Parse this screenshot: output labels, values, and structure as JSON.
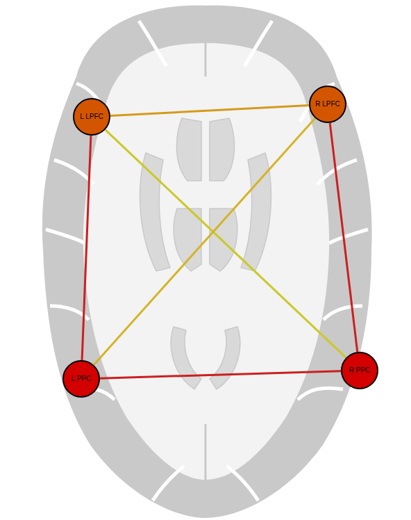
{
  "diagram": {
    "nodes": [
      {
        "text": [
          "L LPFC"
        ]
      },
      {
        "text": [
          "R LPFC"
        ]
      },
      {
        "text": [
          "L PPC"
        ]
      },
      {
        "text": [
          "R PPC"
        ]
      }
    ],
    "edges": [
      {
        "from": 0,
        "to": 1,
        "arrow": "none"
      },
      {
        "from": 0,
        "to": 2,
        "arrow": "none"
      },
      {
        "from": 1,
        "to": 3,
        "arrow": "none"
      },
      {
        "from": 2,
        "to": 3,
        "arrow": "none"
      },
      {
        "from": 0,
        "to": 3,
        "arrow": "none"
      },
      {
        "from": 1,
        "to": 2,
        "arrow": "none"
      }
    ]
  }
}
